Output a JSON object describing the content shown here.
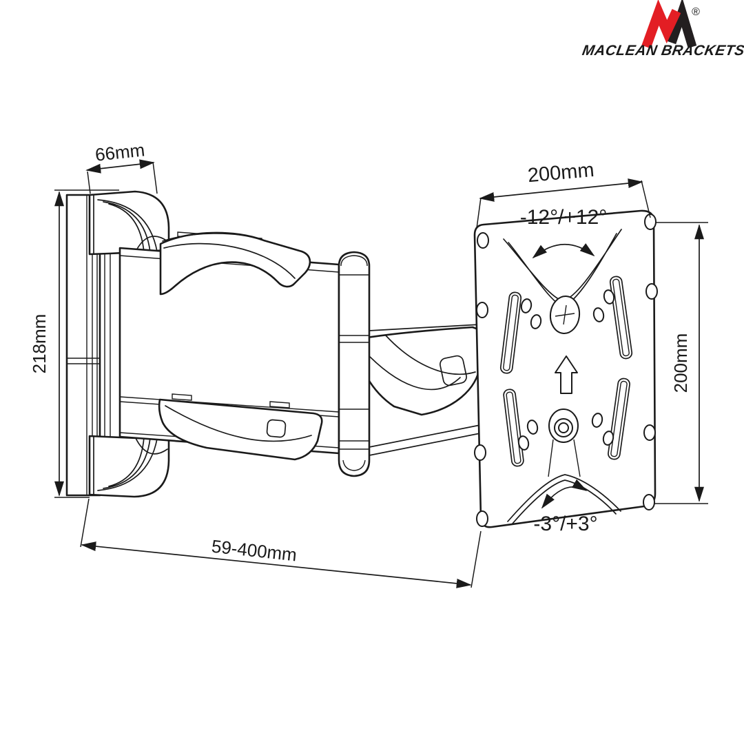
{
  "logo": {
    "brand": "MACLEAN BRACKETS",
    "registered": "®",
    "red": "#e31e24",
    "dark": "#231f20"
  },
  "labels": {
    "bracket_depth": "66mm",
    "bracket_height": "218mm",
    "vesa_width": "200mm",
    "vesa_height": "200mm",
    "extension": "59-400mm",
    "tilt": "-12°/+12°",
    "rotation": "-3°/+3°"
  },
  "style": {
    "line_color": "#1a1a1a",
    "background": "#ffffff"
  }
}
